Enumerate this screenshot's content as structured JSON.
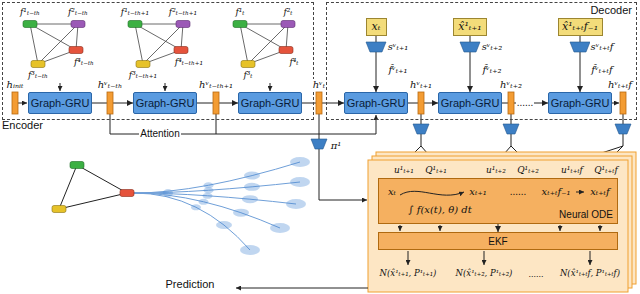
{
  "diagram": {
    "nodes": [
      {
        "text": [
          "Encoder"
        ]
      },
      {
        "text": [
          "Graph-GRU"
        ],
        "in": 0
      },
      {
        "text": [
          "Graph-GRU"
        ],
        "in": 0
      },
      {
        "text": [
          "Graph-GRU"
        ],
        "in": 0
      },
      {
        "text": [
          "Decoder"
        ]
      },
      {
        "text": [
          "xₜ"
        ],
        "in": 4
      },
      {
        "text": [
          "x̂¹ₜ₊₁"
        ],
        "in": 4
      },
      {
        "text": [
          "x̂¹ₜ₊ₜf₋₁"
        ],
        "in": 4
      },
      {
        "text": [
          "Graph-GRU"
        ],
        "in": 4
      },
      {
        "text": [
          "Graph-GRU"
        ],
        "in": 4
      },
      {
        "text": [
          "Graph-GRU"
        ],
        "in": 4
      },
      {
        "text": [
          "Neural ODE"
        ]
      },
      {
        "text": [
          "EKF"
        ]
      }
    ],
    "edges": [
      {
        "from": 1,
        "to": 2,
        "arrow": "to"
      },
      {
        "from": 2,
        "to": 3,
        "arrow": "to"
      },
      {
        "from": 3,
        "to": 8,
        "arrow": "to"
      },
      {
        "from": 8,
        "to": 9,
        "arrow": "to"
      },
      {
        "from": 9,
        "to": 10,
        "arrow": "to",
        "label": "......"
      },
      {
        "from": 5,
        "to": 8,
        "arrow": "to"
      },
      {
        "from": 6,
        "to": 9,
        "arrow": "to"
      },
      {
        "from": 7,
        "to": 10,
        "arrow": "to"
      },
      {
        "from": 11,
        "to": 12,
        "arrow": "to"
      }
    ],
    "labels": [
      "f¹ₜ₋ₜₕ",
      "f²ₜ₋ₜₕ",
      "f³ₜ₋ₜₕ",
      "f⁴ₜ₋ₜₕ",
      "f¹ₜ₋ₜₕ₊₁",
      "f²ₜ₋ₜₕ₊₁",
      "f³ₜ₋ₜₕ₊₁",
      "f⁴ₜ₋ₜₕ₊₁",
      "f¹ₜ",
      "f²ₜ",
      "f³ₜ",
      "f⁴ₜ",
      "hᵢₙᵢₜ",
      "hᵛₜ₋ₜₕ",
      "hᵛₜ₋ₜₕ₊₁",
      "hᵛₜ",
      "hᵛₜ₊₁",
      "hᵛₜ₊₂",
      "hᵛₜ₊ₜf",
      "sᵛₜ₊₁",
      "f̂ᵛₜ₊₁",
      "sᵛₜ₊₂",
      "f̂ᵛₜ₊₂",
      "sᵛₜ₊ₜf",
      "f̂ᵛₜ₊ₜf",
      "Attention",
      "π¹",
      "u¹ₜ₊₁",
      "Q¹ₜ₊₁",
      "u¹ₜ₊₂",
      "Q¹ₜ₊₂",
      "u¹ₜ₊ₜf",
      "Q¹ₜ₊ₜf",
      "xₜ",
      "∫ f(x(t), θ) dt",
      "xₜ₊₁",
      "......",
      "xₜ₊ₜf₋₁",
      "xₜ₊ₜf",
      "N(x̂¹ₜ₊₁, P¹ₜ₊₁)",
      "N(x̂¹ₜ₊₂, P¹ₜ₊₂)",
      "......",
      "N(x̂¹ₜ₊ₜf, P¹ₜ₊ₜf)",
      "Prediction"
    ]
  }
}
